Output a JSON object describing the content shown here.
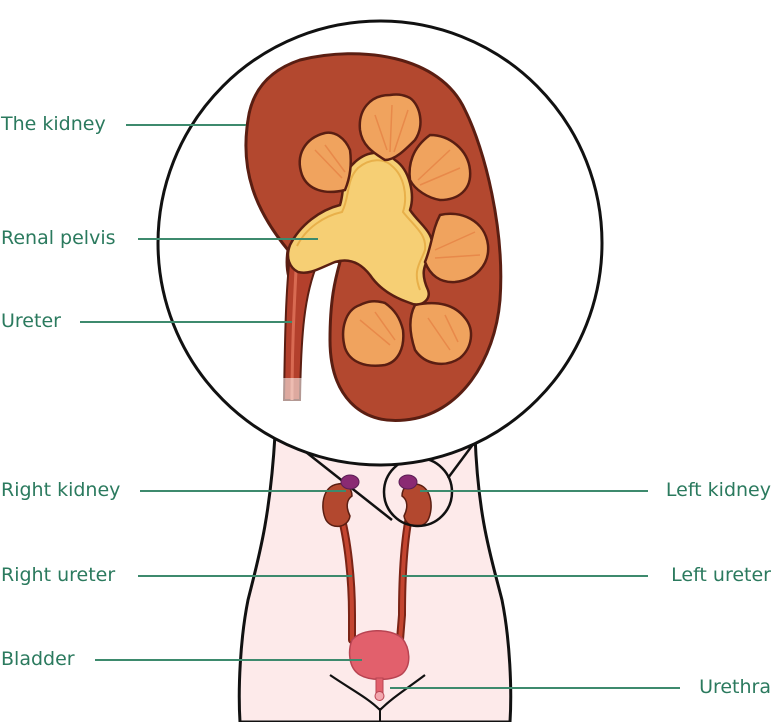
{
  "labels": {
    "the_kidney": "The kidney",
    "renal_pelvis": "Renal pelvis",
    "ureter": "Ureter",
    "right_kidney": "Right kidney",
    "left_kidney": "Left kidney",
    "right_ureter": "Right ureter",
    "left_ureter": "Left ureter",
    "bladder": "Bladder",
    "urethra": "Urethra"
  },
  "colors": {
    "label_text": "#2b7a5e",
    "leader_line": "#3d8a6d",
    "kidney_cortex": "#b3482f",
    "kidney_outline": "#5a1e12",
    "medulla_pyramid": "#f0a35e",
    "renal_pelvis": "#f6cf74",
    "ureter": "#b3402c",
    "bladder": "#e2606c",
    "body_fill": "#fdeaea",
    "adrenal_gland": "#8a2a73",
    "outline": "#111111"
  }
}
